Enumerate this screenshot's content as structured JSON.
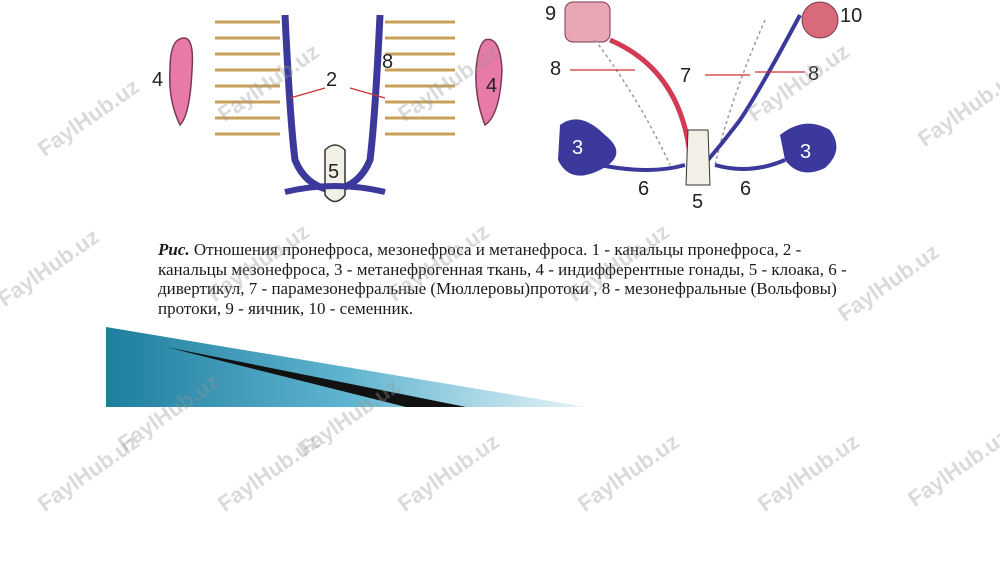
{
  "figure": {
    "left_labels": [
      "4",
      "2",
      "8",
      "4",
      "5"
    ],
    "right_labels": [
      "9",
      "10",
      "8",
      "7",
      "8",
      "3",
      "3",
      "6",
      "5",
      "6"
    ]
  },
  "caption": {
    "label": "Рис.",
    "text": "Отношения пронефроса, мезонефроса и метанефроса.  1 - канальцы пронефроса, 2 - канальцы мезонефроса, 3 - метанефрогенная ткань, 4 - индифферентные гонады, 5 - клоака, 6 - дивертикул, 7 - парамезонефральные (Мюллеровы)протоки , 8 - мезонефральные (Вольфовы) протоки, 9  - яичник, 10 - семенник."
  },
  "watermark": {
    "text": "FaylHub.uz"
  },
  "colors": {
    "duct": "#3b3a9c",
    "gonad": "#e77aa8",
    "metanephros": "#3b3a9c",
    "wedge": "#2a8fb0"
  }
}
